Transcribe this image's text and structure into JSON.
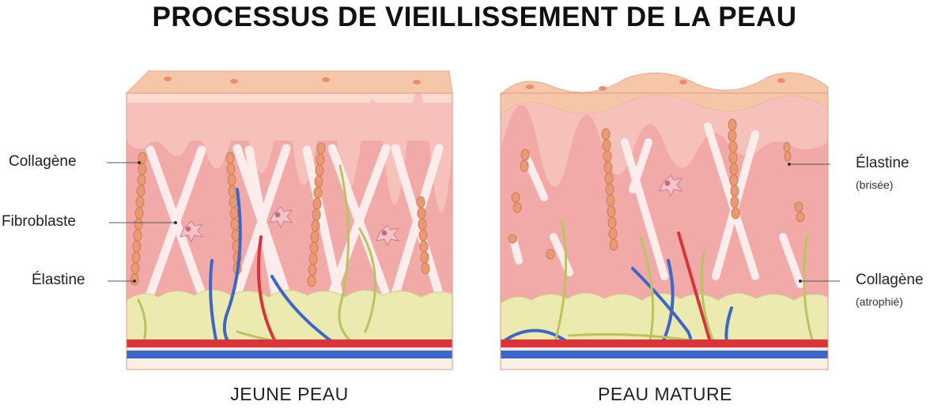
{
  "title": "PROCESSUS DE VIEILLISSEMENT DE LA PEAU",
  "left_panel": {
    "caption": "JEUNE PEAU",
    "labels": {
      "collagen": "Collagène",
      "fibroblast": "Fibroblaste",
      "elastin": "Élastine"
    }
  },
  "right_panel": {
    "caption": "PEAU MATURE",
    "labels": {
      "elastin": "Élastine",
      "elastin_note": "(brisée)",
      "collagen": "Collagène",
      "collagen_note": "(atrophié)"
    }
  },
  "colors": {
    "epidermis": "#f6c7b8",
    "dermis": "#f2aaa9",
    "fat": "#eceab0",
    "elastin": "#ea9a73",
    "collagen": "#fdf0ef",
    "artery": "#d9343b",
    "vein": "#3d67c7",
    "nerve": "#b8c45d"
  }
}
